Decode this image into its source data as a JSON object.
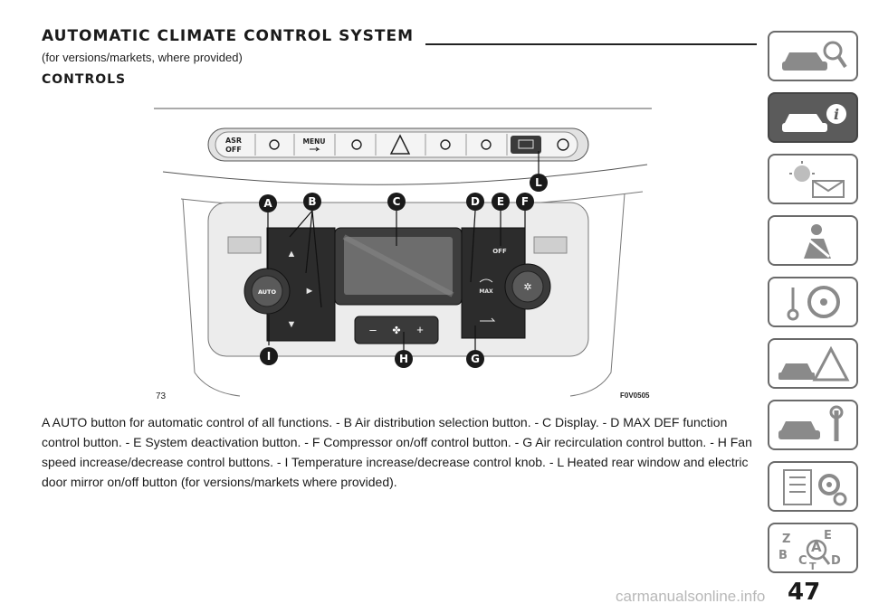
{
  "header": {
    "title": "AUTOMATIC CLIMATE CONTROL SYSTEM",
    "subtitle": "(for versions/markets, where provided)",
    "section": "CONTROLS"
  },
  "figure": {
    "number": "73",
    "code": "F0V0505",
    "panel_labels": {
      "asr_line1": "ASR",
      "asr_line2": "OFF",
      "menu": "MENU",
      "auto": "AUTO",
      "off": "OFF",
      "max": "MAX",
      "minus": "–",
      "plus": "+"
    },
    "callouts": [
      "A",
      "B",
      "C",
      "D",
      "E",
      "F",
      "L",
      "I",
      "H",
      "G"
    ]
  },
  "caption": "A AUTO button for automatic control of all functions. - B Air distribution selection button. - C Display. - D MAX DEF function control button. - E System deactivation button. - F Compressor on/off control button. - G Air recirculation control button. - H Fan speed increase/decrease control buttons. - I Temperature increase/decrease control knob. - L Heated rear window and electric door mirror on/off button (for versions/markets where provided).",
  "side_tabs": [
    {
      "icon": "car-search-icon",
      "active": false
    },
    {
      "icon": "car-info-icon",
      "active": true
    },
    {
      "icon": "warning-light-message-icon",
      "active": false
    },
    {
      "icon": "seatbelt-person-icon",
      "active": false
    },
    {
      "icon": "steering-key-icon",
      "active": false
    },
    {
      "icon": "car-hazard-icon",
      "active": false
    },
    {
      "icon": "car-wrench-icon",
      "active": false
    },
    {
      "icon": "specs-gear-icon",
      "active": false
    },
    {
      "icon": "index-alphabet-icon",
      "active": false
    }
  ],
  "index_letters": [
    "Z",
    "E",
    "B",
    "C",
    "A",
    "T",
    "D"
  ],
  "page_number": "47",
  "watermark": "carmanualsonline.info"
}
